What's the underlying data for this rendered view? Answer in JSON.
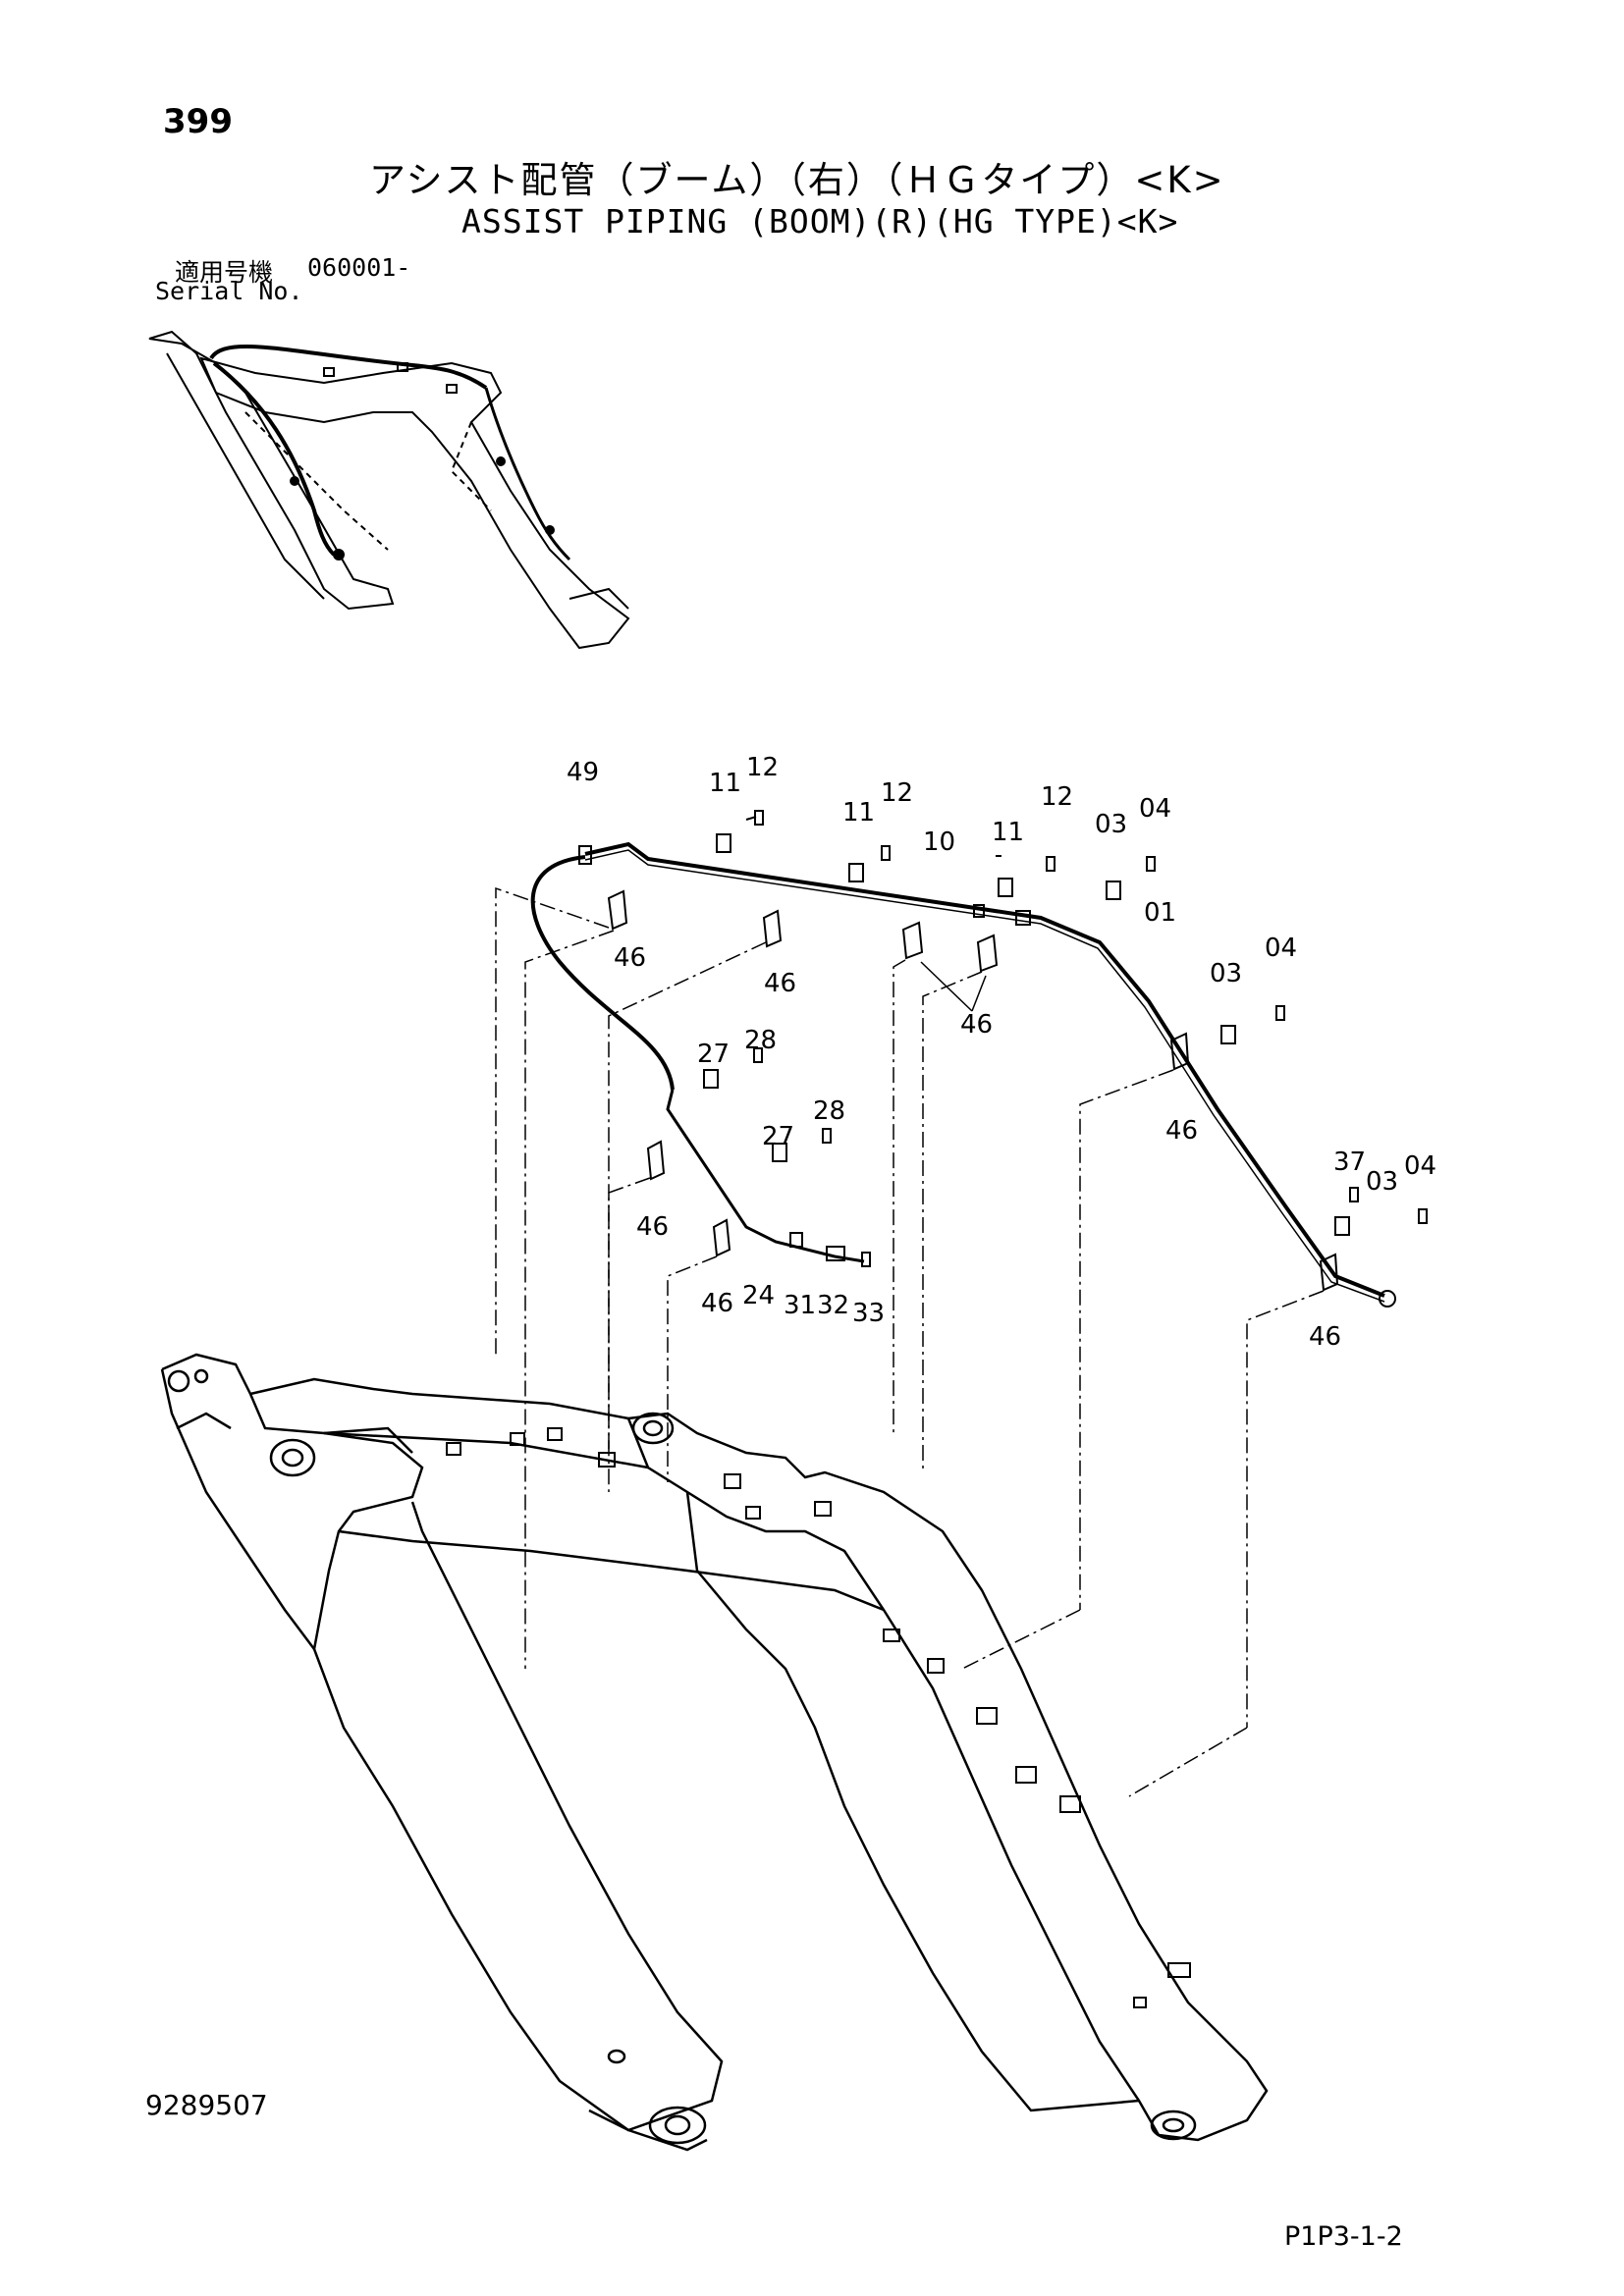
{
  "header": {
    "page_number": "399",
    "title_jp": "アシスト配管（ブーム）（右）（ＨＧタイプ）<K>",
    "title_en": "ASSIST PIPING (BOOM)(R)(HG TYPE)<K>",
    "serial_label_jp": "適用号機",
    "serial_value": "060001-",
    "serial_label_en": "Serial No."
  },
  "callouts": [
    {
      "id": "c-49",
      "text": "49"
    },
    {
      "id": "c-11a",
      "text": "11"
    },
    {
      "id": "c-12a",
      "text": "12"
    },
    {
      "id": "c-11b",
      "text": "11"
    },
    {
      "id": "c-12b",
      "text": "12"
    },
    {
      "id": "c-10",
      "text": "10"
    },
    {
      "id": "c-11c",
      "text": "11"
    },
    {
      "id": "c-12c",
      "text": "12"
    },
    {
      "id": "c-03a",
      "text": "03"
    },
    {
      "id": "c-04a",
      "text": "04"
    },
    {
      "id": "c-01",
      "text": "01"
    },
    {
      "id": "c-46a",
      "text": "46"
    },
    {
      "id": "c-46b",
      "text": "46"
    },
    {
      "id": "c-46c",
      "text": "46"
    },
    {
      "id": "c-03b",
      "text": "03"
    },
    {
      "id": "c-04b",
      "text": "04"
    },
    {
      "id": "c-27a",
      "text": "27"
    },
    {
      "id": "c-28a",
      "text": "28"
    },
    {
      "id": "c-28b",
      "text": "28"
    },
    {
      "id": "c-27b",
      "text": "27"
    },
    {
      "id": "c-46d",
      "text": "46"
    },
    {
      "id": "c-37",
      "text": "37"
    },
    {
      "id": "c-03c",
      "text": "03"
    },
    {
      "id": "c-04c",
      "text": "04"
    },
    {
      "id": "c-46e",
      "text": "46"
    },
    {
      "id": "c-46f",
      "text": "46"
    },
    {
      "id": "c-24",
      "text": "24"
    },
    {
      "id": "c-31",
      "text": "31"
    },
    {
      "id": "c-32",
      "text": "32"
    },
    {
      "id": "c-33",
      "text": "33"
    },
    {
      "id": "c-46g",
      "text": "46"
    }
  ],
  "footer": {
    "doc_number": "9289507",
    "page_code": "P1P3-1-2"
  }
}
